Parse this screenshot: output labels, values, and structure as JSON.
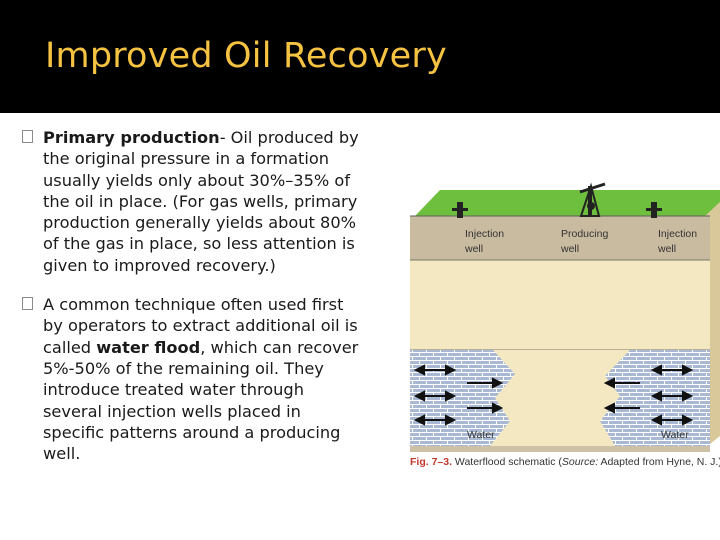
{
  "slide": {
    "title": "Improved Oil Recovery"
  },
  "bullets": [
    {
      "lead": "Primary production",
      "text": "- Oil produced by the original pressure in a formation usually yields only about 30%–35% of the oil in place. (For gas wells, primary production generally yields about 80% of the gas in place, so less attention is given to improved recovery.)"
    },
    {
      "pre": "A common technique often used first by operators to extract additional oil is called ",
      "strong": "water flood",
      "post": ", which can recover 5%-50% of the remaining oil. They introduce treated water through several injection wells placed in specific patterns around a producing well."
    }
  ],
  "figure": {
    "labels": {
      "injection_left_1": "Injection",
      "injection_left_2": "well",
      "producing_1": "Producing",
      "producing_2": "well",
      "injection_right_1": "Injection",
      "injection_right_2": "well",
      "water_left": "Water",
      "water_right": "Water"
    },
    "caption": {
      "fig_no": "Fig. 7–3.",
      "main": " Waterflood schematic (",
      "source_label": "Source:",
      "source": " Adapted from Hyne, N. J.)"
    }
  },
  "colors": {
    "title": "#f5c242",
    "header_bg": "#000000",
    "ground_green": "#6fbf3f",
    "reservoir_tan": "#f3e8c2",
    "water_blue": "#a9b9d3",
    "caption_red": "#c0392b"
  }
}
